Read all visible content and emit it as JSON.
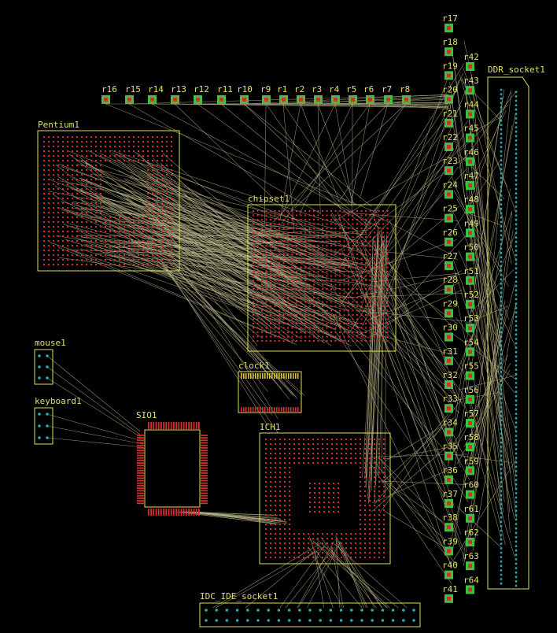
{
  "board": {
    "background": "#000000",
    "colors": {
      "outline": "#e0e050",
      "label": "#e0e070",
      "ratsnest": "#b8b488",
      "smd_pad": "#d03030",
      "through_pad": "#20b0b0",
      "resistor_body": "#40c040"
    }
  },
  "components": {
    "pentium": "Pentium1",
    "chipset": "chipset1",
    "clock": "clock1",
    "sio": "SIO1",
    "ich": "ICH1",
    "mouse": "mouse1",
    "keyboard": "keyboard1",
    "ddr": "DDR_socket1",
    "ide": "IDC_IDE_socket1"
  },
  "resistors_top": [
    "r16",
    "r15",
    "r14",
    "r13",
    "r12",
    "r11",
    "r10",
    "r9",
    "r1",
    "r2",
    "r3",
    "r4",
    "r5",
    "r6",
    "r7",
    "r8"
  ],
  "resistors_col1": [
    "r17",
    "r18",
    "r19",
    "r20",
    "r21",
    "r22",
    "r23",
    "r24",
    "r25",
    "r26",
    "r27",
    "r28",
    "r29",
    "r30",
    "r31",
    "r32",
    "r33",
    "r34",
    "r35",
    "r36",
    "r37",
    "r38",
    "r39",
    "r40",
    "r41"
  ],
  "resistors_col2": [
    "r42",
    "r43",
    "r44",
    "r45",
    "r46",
    "r47",
    "r48",
    "r49",
    "r50",
    "r51",
    "r52",
    "r53",
    "r54",
    "r55",
    "r56",
    "r57",
    "r58",
    "r59",
    "r60",
    "r61",
    "r62",
    "r63",
    "r64"
  ]
}
